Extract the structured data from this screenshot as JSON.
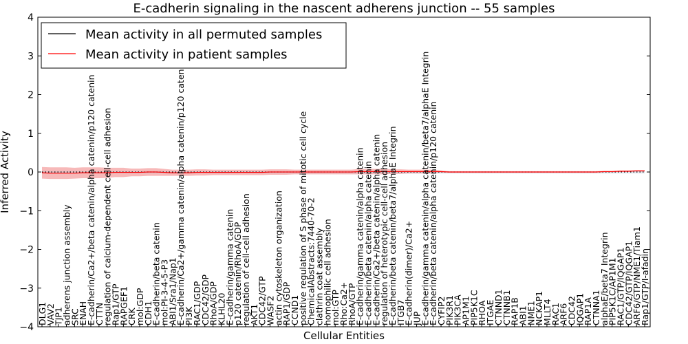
{
  "chart_data": {
    "type": "line",
    "title": "E-cadherin signaling in the nascent adherens junction -- 55 samples",
    "xlabel": "Cellular Entities",
    "ylabel": "Inferred Activity",
    "ylim": [
      -4,
      4
    ],
    "yticks": [
      -4,
      -3,
      -2,
      -1,
      0,
      1,
      2,
      3,
      4
    ],
    "legend_position": "upper-left",
    "grid": false,
    "categories": [
      "DLG1",
      "VAV2",
      "TJP1",
      "adherens junction assembly",
      "SRC",
      "ENAH",
      "E-cadherin/Ca2+/beta catenin/alpha catenin/p120 catenin",
      "CTTN",
      "regulation of calcium-dependent cell-cell adhesion",
      "Rap1/GTP",
      "RAPGEF1",
      "CRK",
      "mol:GDP",
      "CDH1",
      "E-cadherin/beta catenin",
      "mol:PI-3-4-5-P3",
      "ABI1/Sra1/Nap1",
      "E-cadherin/Ca2+/gamma catenin/alpha catenin/p120 catenin",
      "PI3K",
      "RAC1/GDP",
      "CDC42/GDP",
      "RhoA/GDP",
      "KLHL20",
      "E-cadherin/gamma catenin",
      "p120 catenin/RhoA/GDP",
      "regulation of cell-cell adhesion",
      "AKT1",
      "CDC42/GTP",
      "WASF2",
      "actin cytoskeleton organization",
      "RAP1/GDP",
      "CCND1",
      "positive regulation of S phase of mitotic cell cycle",
      "ChemicalAbstracts:7440-70-2",
      "clathrin coat assembly",
      "homophilic cell adhesion",
      "mol:GTP",
      "Rho:Ca2+",
      "RhoA/GTP",
      "E-cadherin/gamma catenin/alpha catenin",
      "E-cadherin/beta catenin/alpha catenin",
      "E-cadherin/Ca2+/beta catenin/alpha catenin",
      "regulation of heterotypic cell-cell adhesion",
      "E-cadherin/beta catenin/beta7/alphaE Integrin",
      "ITGB7",
      "E-cadherin(dimer)/Ca2+",
      "JUP",
      "E-cadherin/gamma catenin/alpha catenin/beta7/alphaE Integrin",
      "E-cadherin/beta catenin/alpha catenin/p120 catenin",
      "CYFIP2",
      "PIK3R1",
      "PIK3CA",
      "AP1M1",
      "PIP5K1C",
      "RHOA",
      "ITGAE",
      "CTNND1",
      "CTNNB1",
      "RAP1B",
      "ABI1",
      "NME1",
      "NCKAP1",
      "MLLT4",
      "RAC1",
      "ARF6",
      "CDC42",
      "IQGAP1",
      "RAP1A",
      "CTNNA1",
      "alphaE/beta7 Integrin",
      "PIP5K1C/AP1M1",
      "RAC1/GTP/IQGAP1",
      "CDC42/GTP/IQGAP1",
      "ARF6/GTP/NME1/Tiam1",
      "Rap1/GTP/I-afadin"
    ],
    "series": [
      {
        "name": "Mean activity in all permuted samples",
        "color": "#000000",
        "style": "dotted",
        "values": [
          0,
          0,
          0,
          0,
          0,
          0,
          0,
          0,
          0,
          0,
          0,
          0,
          0,
          0,
          0,
          0,
          0,
          0,
          0,
          0,
          0,
          0,
          0,
          0,
          0,
          0,
          0,
          0,
          0,
          0,
          0,
          0,
          0,
          0,
          0,
          0,
          0,
          0,
          0,
          0,
          0,
          0,
          0,
          0,
          0,
          0,
          0,
          0,
          0,
          0,
          0,
          0,
          0,
          0,
          0,
          0,
          0,
          0,
          0,
          0,
          0,
          0,
          0,
          0,
          0,
          0,
          0,
          0,
          0,
          0,
          0,
          0,
          0,
          0,
          0
        ]
      },
      {
        "name": "Mean activity in patient samples",
        "color": "#ff0000",
        "band_color": "#f08080",
        "band_halfwidth": [
          0.15,
          0.15,
          0.15,
          0.15,
          0.14,
          0.14,
          0.14,
          0.14,
          0.13,
          0.12,
          0.12,
          0.1,
          0.1,
          0.1,
          0.1,
          0.09,
          0.08,
          0.08,
          0.08,
          0.08,
          0.08,
          0.07,
          0.07,
          0.07,
          0.07,
          0.07,
          0.07,
          0.07,
          0.07,
          0.07,
          0.07,
          0.06,
          0.06,
          0.06,
          0.06,
          0.06,
          0.06,
          0.06,
          0.06,
          0.07,
          0.07,
          0.07,
          0.07,
          0.06,
          0.06,
          0.05,
          0.05,
          0.05,
          0.05,
          0.03,
          0.02,
          0.02,
          0.02,
          0.02,
          0.02,
          0.02,
          0.02,
          0.02,
          0.02,
          0.02,
          0.02,
          0.02,
          0.02,
          0.02,
          0.02,
          0.02,
          0.02,
          0.02,
          0.02,
          0.02,
          0.02,
          0.02,
          0.02,
          0.02,
          0.02
        ],
        "values": [
          -0.02,
          -0.03,
          -0.03,
          -0.03,
          -0.03,
          -0.02,
          -0.02,
          -0.02,
          -0.02,
          -0.01,
          -0.01,
          -0.01,
          -0.01,
          0.0,
          0.0,
          -0.01,
          -0.02,
          -0.02,
          -0.02,
          -0.01,
          -0.01,
          -0.01,
          -0.01,
          -0.01,
          -0.01,
          -0.01,
          -0.01,
          -0.01,
          0.0,
          0.0,
          0.0,
          0.0,
          0.0,
          0.0,
          0.0,
          0.0,
          0.0,
          0.0,
          0.0,
          0.01,
          0.01,
          0.01,
          0.01,
          0.01,
          0.01,
          0.01,
          0.01,
          0.01,
          0.01,
          0.01,
          0.0,
          0.0,
          0.0,
          0.0,
          0.0,
          0.0,
          0.0,
          0.0,
          0.0,
          0.0,
          0.0,
          0.0,
          0.0,
          0.0,
          0.0,
          0.0,
          0.0,
          0.0,
          0.0,
          0.01,
          0.01,
          0.02,
          0.02,
          0.03,
          0.03
        ]
      }
    ]
  }
}
